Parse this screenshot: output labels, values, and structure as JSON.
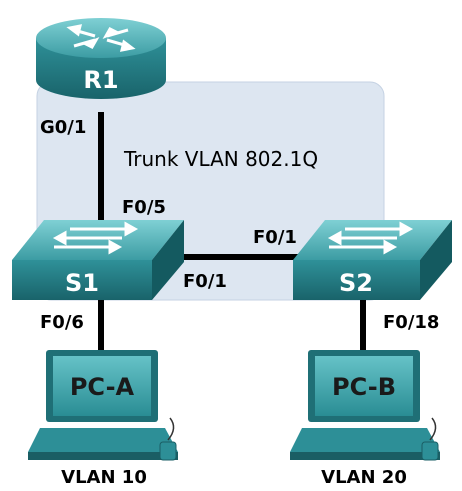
{
  "colors": {
    "trunk_area": "#dde6f1",
    "device_teal": "#2d8f97",
    "device_dark": "#1d6e76",
    "device_light": "#6dc3c9",
    "cable": "#000000",
    "pc_screen": "#3aa7ae"
  },
  "devices": {
    "router": {
      "label": "R1",
      "icon": "router-icon"
    },
    "switch1": {
      "label": "S1",
      "icon": "switch-icon"
    },
    "switch2": {
      "label": "S2",
      "icon": "switch-icon"
    },
    "pc_a": {
      "label": "PC-A",
      "icon": "pc-icon"
    },
    "pc_b": {
      "label": "PC-B",
      "icon": "pc-icon"
    }
  },
  "trunk": {
    "label": "Trunk VLAN 802.1Q"
  },
  "ports": {
    "r1_g01": "G0/1",
    "s1_f05": "F0/5",
    "s1_f01": "F0/1",
    "s2_f01": "F0/1",
    "s1_f06": "F0/6",
    "s2_f018": "F0/18"
  },
  "vlans": {
    "pc_a": "VLAN 10",
    "pc_b": "VLAN 20"
  }
}
